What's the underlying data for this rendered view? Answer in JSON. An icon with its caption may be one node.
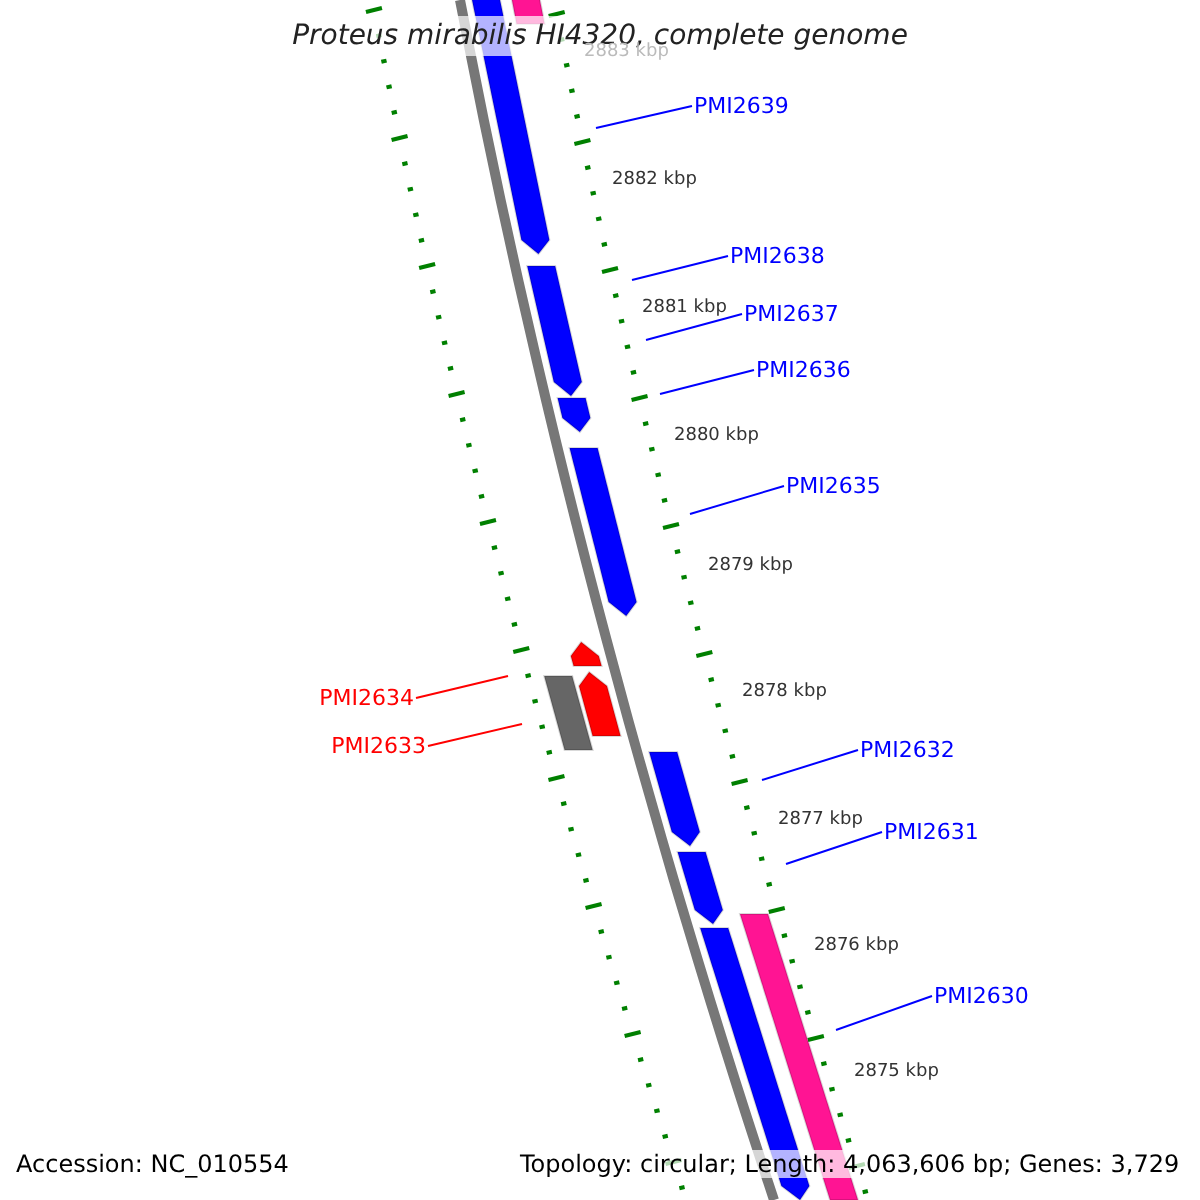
{
  "diagram": {
    "title": "Proteus mirabilis HI4320, complete genome",
    "nodes": [
      {
        "text": [
          "PMI2639"
        ]
      },
      {
        "text": [
          "PMI2638"
        ]
      },
      {
        "text": [
          "PMI2637"
        ]
      },
      {
        "text": [
          "PMI2636"
        ]
      },
      {
        "text": [
          "PMI2635"
        ]
      },
      {
        "text": [
          "PMI2634"
        ]
      },
      {
        "text": [
          "PMI2633"
        ]
      },
      {
        "text": [
          "PMI2632"
        ]
      },
      {
        "text": [
          "PMI2631"
        ]
      },
      {
        "text": [
          "PMI2630"
        ]
      }
    ],
    "edges": [
      {
        "from": 0,
        "to": null,
        "arrow": "none"
      },
      {
        "from": 1,
        "to": null,
        "arrow": "none"
      },
      {
        "from": 2,
        "to": null,
        "arrow": "none"
      },
      {
        "from": 3,
        "to": null,
        "arrow": "none"
      },
      {
        "from": 4,
        "to": null,
        "arrow": "none"
      },
      {
        "from": 5,
        "to": null,
        "arrow": "none",
        "color": "#ff0000"
      },
      {
        "from": 6,
        "to": null,
        "arrow": "none",
        "color": "#ff0000"
      },
      {
        "from": 7,
        "to": null,
        "arrow": "none"
      },
      {
        "from": 8,
        "to": null,
        "arrow": "none"
      },
      {
        "from": 9,
        "to": null,
        "arrow": "none"
      }
    ],
    "labels": [
      "2883 kbp",
      "2882 kbp",
      "2881 kbp",
      "2880 kbp",
      "2879 kbp",
      "2878 kbp",
      "2877 kbp",
      "2876 kbp",
      "2875 kbp",
      "Accession: NC_010554",
      "Topology: circular; Length: 4,063,606 bp; Genes: 3,729"
    ]
  }
}
